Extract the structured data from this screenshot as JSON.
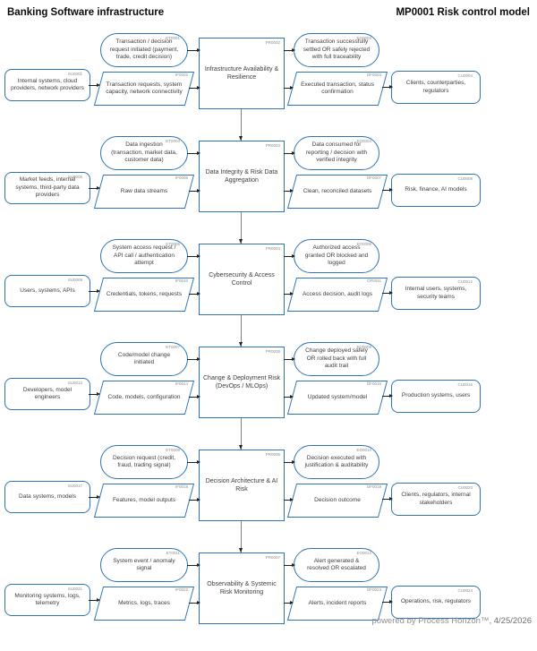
{
  "header": {
    "left_title": "Banking Software infrastructure",
    "right_title": "MP0001 Risk control model"
  },
  "footer": {
    "credit": "powered by Process Horizon™",
    "date": ", 4/25/2026"
  },
  "colors": {
    "accent": "#2E74B5",
    "label_text": "#3d3d3d",
    "code_text": "#8d8d8d",
    "arrow": "#1f1f1f",
    "connector": "#7f7f7f",
    "footer_text": "#8f8f8f",
    "footer_date": "#6e6e6e"
  },
  "rows": [
    {
      "supplier": {
        "code": "SU0001",
        "label": "Internal systems, cloud providers, network providers"
      },
      "input_event": {
        "code": "ET0001",
        "label": "Transaction / decision request initiated (payment, trade, credit decision)"
      },
      "input_data": {
        "code": "IF0002",
        "label": "Transaction requests, system capacity, network connectivity"
      },
      "process": {
        "code": "PR0002",
        "label": "Infrastructure Availability & Resilience"
      },
      "output_event": {
        "code": "EO0002",
        "label": "Transaction successfully settled OR safely rejected with full traceability"
      },
      "output_data": {
        "code": "OF0003",
        "label": "Executed transaction, status confirmation"
      },
      "customer": {
        "code": "CU0004",
        "label": "Clients, counterparties, regulators"
      }
    },
    {
      "supplier": {
        "code": "SU0005",
        "label": "Market feeds, internal systems, third-party data providers"
      },
      "input_event": {
        "code": "ET0003",
        "label": "Data ingestion (transaction, market data, customer data)"
      },
      "input_data": {
        "code": "IF0006",
        "label": "Raw data streams"
      },
      "process": {
        "code": "PR0003",
        "label": "Data Integrity & Risk Data Aggregation"
      },
      "output_event": {
        "code": "EO0004",
        "label": "Data consumed for reporting / decision with verified integrity"
      },
      "output_data": {
        "code": "OF0007",
        "label": "Clean, reconciled datasets"
      },
      "customer": {
        "code": "CU0008",
        "label": "Risk, finance, AI models"
      }
    },
    {
      "supplier": {
        "code": "SU0009",
        "label": "Users, systems, APIs"
      },
      "input_event": {
        "code": "ET0005",
        "label": "System access request / API call / authentication attempt"
      },
      "input_data": {
        "code": "IF0010",
        "label": "Credentials, tokens, requests"
      },
      "process": {
        "code": "PR0004",
        "label": "Cybersecurity & Access Control"
      },
      "output_event": {
        "code": "EO0006",
        "label": "Authorized access granted OR blocked and logged"
      },
      "output_data": {
        "code": "OF0011",
        "label": "Access decision, audit logs"
      },
      "customer": {
        "code": "CU0012",
        "label": "Internal users, systems, security teams"
      }
    },
    {
      "supplier": {
        "code": "SU0013",
        "label": "Developers, model engineers"
      },
      "input_event": {
        "code": "ET0007",
        "label": "Code/model change initiated"
      },
      "input_data": {
        "code": "IF0014",
        "label": "Code, models, configuration"
      },
      "process": {
        "code": "PR0005",
        "label": "Change & Deployment Risk (DevOps / MLOps)"
      },
      "output_event": {
        "code": "EO0008",
        "label": "Change deployed safely OR rolled back with full audit trail"
      },
      "output_data": {
        "code": "OF0015",
        "label": "Updated system/model"
      },
      "customer": {
        "code": "CU0016",
        "label": "Production systems, users"
      }
    },
    {
      "supplier": {
        "code": "SU0017",
        "label": "Data systems, models"
      },
      "input_event": {
        "code": "ET0009",
        "label": "Decision request (credit, fraud, trading signal)"
      },
      "input_data": {
        "code": "IF0018",
        "label": "Features, model outputs"
      },
      "process": {
        "code": "PR0006",
        "label": "Decision Architecture & AI Risk"
      },
      "output_event": {
        "code": "EO0010",
        "label": "Decision executed with justification & auditability"
      },
      "output_data": {
        "code": "OF0019",
        "label": "Decision outcome"
      },
      "customer": {
        "code": "CU0020",
        "label": "Clients, regulators, internal stakeholders"
      }
    },
    {
      "supplier": {
        "code": "SU0021",
        "label": "Monitoring systems, logs, telemetry"
      },
      "input_event": {
        "code": "ET0011",
        "label": "System event / anomaly signal"
      },
      "input_data": {
        "code": "IF0022",
        "label": "Metrics, logs, traces"
      },
      "process": {
        "code": "PR0007",
        "label": "Observability & Systemic Risk Monitoring"
      },
      "output_event": {
        "code": "EO0012",
        "label": "Alert generated & resolved OR escalated"
      },
      "output_data": {
        "code": "OF0023",
        "label": "Alerts, incident reports"
      },
      "customer": {
        "code": "CU0024",
        "label": "Operations, risk, regulators"
      }
    }
  ]
}
